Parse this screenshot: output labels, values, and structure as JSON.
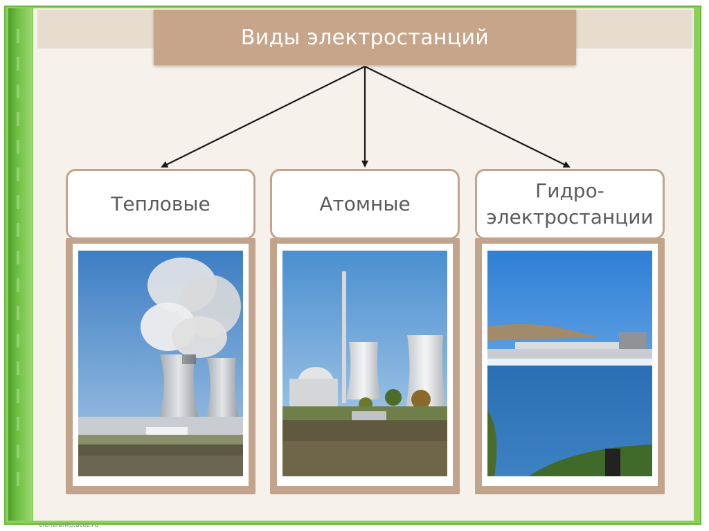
{
  "title": "Виды электростанций",
  "types": [
    {
      "label": "Тепловые",
      "image_alt": "thermal power plant cooling towers"
    },
    {
      "label": "Атомные",
      "image_alt": "nuclear power plant"
    },
    {
      "label": "Гидро-\nэлектростанции",
      "image_alt": "hydroelectric dam"
    }
  ],
  "watermark": "elenaranko.ucoz.ru",
  "colors": {
    "frame_green": "#8ccf5a",
    "title_box": "#c7a58a",
    "column_brown": "#c2a48d",
    "label_text": "#5b5b5b",
    "arrow": "#1a1a1a"
  }
}
